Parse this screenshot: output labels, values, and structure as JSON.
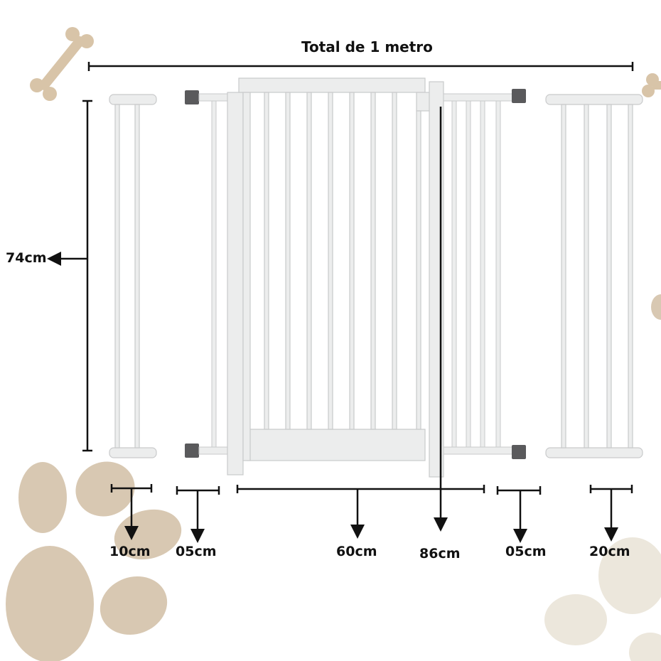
{
  "title": "Total de 1 metro",
  "height_label": "74cm",
  "dimensions": {
    "ext_10": "10cm",
    "ext_05_left": "05cm",
    "gate": "60cm",
    "total_gate": "86cm",
    "ext_05_right": "05cm",
    "ext_20": "20cm"
  },
  "colors": {
    "frame": "#eceded",
    "frame_stroke": "#c9cacb",
    "cap": "#5a5a5c",
    "paw": "#d8c8b2",
    "paw_light": "#ece7dc",
    "bone": "#d8c4a8",
    "line": "#111111"
  },
  "decorations": [
    "bone-icon",
    "paw-print-icon"
  ]
}
